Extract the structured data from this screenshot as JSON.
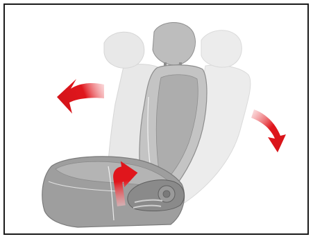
{
  "figure": {
    "subject": "car-seat-adjustment",
    "icons": [
      "backrest-recline-forward-arrow",
      "backrest-recline-backward-arrow",
      "recline-lever-lift-arrow"
    ],
    "colors": {
      "border": "#1a1a1a",
      "seat_dark": "#9c9c9c",
      "seat_mid": "#c2c2c2",
      "seat_light": "#e4e4e4",
      "ghost": "#ececec",
      "arrow": "#e0161c"
    }
  }
}
